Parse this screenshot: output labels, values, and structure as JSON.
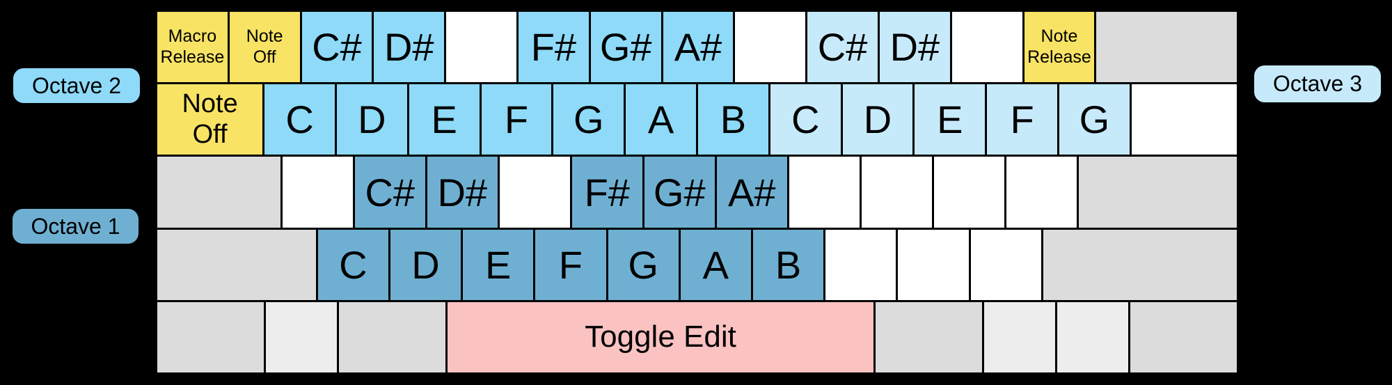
{
  "background": "#000000",
  "colors": {
    "octave1": "#6FB0D2",
    "octave2": "#8EDAF8",
    "octave3": "#C7EAFB",
    "yellow": "#F8E364",
    "pink": "#FBC2C2",
    "gray": "#DCDCDC",
    "grayLight": "#EDEDED",
    "white": "#FFFFFF",
    "key_text": "#000000"
  },
  "labels": {
    "octave1": {
      "text": "Octave 1",
      "color": "#6FB0D2"
    },
    "octave2": {
      "text": "Octave 2",
      "color": "#8EDAF8"
    },
    "octave3": {
      "text": "Octave 3",
      "color": "#C7EAFB"
    }
  },
  "keyboard": {
    "rows": [
      {
        "name": "number-row",
        "keys": [
          {
            "name": "key-grave-macro-release",
            "label": "Macro\nRelease",
            "color": "yellow",
            "units": 1,
            "font": "small"
          },
          {
            "name": "key-1-note-off",
            "label": "Note\nOff",
            "color": "yellow",
            "units": 1,
            "font": "small"
          },
          {
            "name": "key-2-note-c-sharp-oct2",
            "label": "C#",
            "color": "octave2",
            "units": 1,
            "font": "note"
          },
          {
            "name": "key-3-note-d-sharp-oct2",
            "label": "D#",
            "color": "octave2",
            "units": 1,
            "font": "note"
          },
          {
            "name": "key-4-unassigned",
            "label": "",
            "color": "white",
            "units": 1,
            "font": "note"
          },
          {
            "name": "key-5-note-f-sharp-oct2",
            "label": "F#",
            "color": "octave2",
            "units": 1,
            "font": "note"
          },
          {
            "name": "key-6-note-g-sharp-oct2",
            "label": "G#",
            "color": "octave2",
            "units": 1,
            "font": "note"
          },
          {
            "name": "key-7-note-a-sharp-oct2",
            "label": "A#",
            "color": "octave2",
            "units": 1,
            "font": "note"
          },
          {
            "name": "key-8-unassigned",
            "label": "",
            "color": "white",
            "units": 1,
            "font": "note"
          },
          {
            "name": "key-9-note-c-sharp-oct3",
            "label": "C#",
            "color": "octave3",
            "units": 1,
            "font": "note"
          },
          {
            "name": "key-0-note-d-sharp-oct3",
            "label": "D#",
            "color": "octave3",
            "units": 1,
            "font": "note"
          },
          {
            "name": "key-minus-unassigned",
            "label": "",
            "color": "white",
            "units": 1,
            "font": "note"
          },
          {
            "name": "key-equals-note-release",
            "label": "Note\nRelease",
            "color": "yellow",
            "units": 1,
            "font": "small"
          },
          {
            "name": "key-backspace",
            "label": "",
            "color": "gray",
            "units": 2,
            "font": "note"
          }
        ]
      },
      {
        "name": "tab-row",
        "keys": [
          {
            "name": "key-tab-note-off",
            "label": "Note\nOff",
            "color": "yellow",
            "units": 1.5,
            "font": "medium"
          },
          {
            "name": "key-q-note-c-oct2",
            "label": "C",
            "color": "octave2",
            "units": 1,
            "font": "note"
          },
          {
            "name": "key-w-note-d-oct2",
            "label": "D",
            "color": "octave2",
            "units": 1,
            "font": "note"
          },
          {
            "name": "key-e-note-e-oct2",
            "label": "E",
            "color": "octave2",
            "units": 1,
            "font": "note"
          },
          {
            "name": "key-r-note-f-oct2",
            "label": "F",
            "color": "octave2",
            "units": 1,
            "font": "note"
          },
          {
            "name": "key-t-note-g-oct2",
            "label": "G",
            "color": "octave2",
            "units": 1,
            "font": "note"
          },
          {
            "name": "key-y-note-a-oct2",
            "label": "A",
            "color": "octave2",
            "units": 1,
            "font": "note"
          },
          {
            "name": "key-u-note-b-oct2",
            "label": "B",
            "color": "octave2",
            "units": 1,
            "font": "note"
          },
          {
            "name": "key-i-note-c-oct3",
            "label": "C",
            "color": "octave3",
            "units": 1,
            "font": "note"
          },
          {
            "name": "key-o-note-d-oct3",
            "label": "D",
            "color": "octave3",
            "units": 1,
            "font": "note"
          },
          {
            "name": "key-p-note-e-oct3",
            "label": "E",
            "color": "octave3",
            "units": 1,
            "font": "note"
          },
          {
            "name": "key-bracket-left-note-f-oct3",
            "label": "F",
            "color": "octave3",
            "units": 1,
            "font": "note"
          },
          {
            "name": "key-bracket-right-note-g-oct3",
            "label": "G",
            "color": "octave3",
            "units": 1,
            "font": "note"
          },
          {
            "name": "key-backslash-unassigned",
            "label": "",
            "color": "white",
            "units": 1.5,
            "font": "note"
          }
        ]
      },
      {
        "name": "home-row",
        "keys": [
          {
            "name": "key-capslock",
            "label": "",
            "color": "gray",
            "units": 1.75,
            "font": "note"
          },
          {
            "name": "key-a-unassigned",
            "label": "",
            "color": "white",
            "units": 1,
            "font": "note"
          },
          {
            "name": "key-s-note-c-sharp-oct1",
            "label": "C#",
            "color": "octave1",
            "units": 1,
            "font": "note"
          },
          {
            "name": "key-d-note-d-sharp-oct1",
            "label": "D#",
            "color": "octave1",
            "units": 1,
            "font": "note"
          },
          {
            "name": "key-f-unassigned",
            "label": "",
            "color": "white",
            "units": 1,
            "font": "note"
          },
          {
            "name": "key-g-note-f-sharp-oct1",
            "label": "F#",
            "color": "octave1",
            "units": 1,
            "font": "note"
          },
          {
            "name": "key-h-note-g-sharp-oct1",
            "label": "G#",
            "color": "octave1",
            "units": 1,
            "font": "note"
          },
          {
            "name": "key-j-note-a-sharp-oct1",
            "label": "A#",
            "color": "octave1",
            "units": 1,
            "font": "note"
          },
          {
            "name": "key-k-unassigned",
            "label": "",
            "color": "white",
            "units": 1,
            "font": "note"
          },
          {
            "name": "key-l-unassigned",
            "label": "",
            "color": "white",
            "units": 1,
            "font": "note"
          },
          {
            "name": "key-semicolon-unassigned",
            "label": "",
            "color": "white",
            "units": 1,
            "font": "note"
          },
          {
            "name": "key-quote-unassigned",
            "label": "",
            "color": "white",
            "units": 1,
            "font": "note"
          },
          {
            "name": "key-enter",
            "label": "",
            "color": "gray",
            "units": 2.25,
            "font": "note"
          }
        ]
      },
      {
        "name": "shift-row",
        "keys": [
          {
            "name": "key-left-shift",
            "label": "",
            "color": "gray",
            "units": 2.25,
            "font": "note"
          },
          {
            "name": "key-z-note-c-oct1",
            "label": "C",
            "color": "octave1",
            "units": 1,
            "font": "note"
          },
          {
            "name": "key-x-note-d-oct1",
            "label": "D",
            "color": "octave1",
            "units": 1,
            "font": "note"
          },
          {
            "name": "key-c-note-e-oct1",
            "label": "E",
            "color": "octave1",
            "units": 1,
            "font": "note"
          },
          {
            "name": "key-v-note-f-oct1",
            "label": "F",
            "color": "octave1",
            "units": 1,
            "font": "note"
          },
          {
            "name": "key-b-note-g-oct1",
            "label": "G",
            "color": "octave1",
            "units": 1,
            "font": "note"
          },
          {
            "name": "key-n-note-a-oct1",
            "label": "A",
            "color": "octave1",
            "units": 1,
            "font": "note"
          },
          {
            "name": "key-m-note-b-oct1",
            "label": "B",
            "color": "octave1",
            "units": 1,
            "font": "note"
          },
          {
            "name": "key-comma-unassigned",
            "label": "",
            "color": "white",
            "units": 1,
            "font": "note"
          },
          {
            "name": "key-period-unassigned",
            "label": "",
            "color": "white",
            "units": 1,
            "font": "note"
          },
          {
            "name": "key-slash-unassigned",
            "label": "",
            "color": "white",
            "units": 1,
            "font": "note"
          },
          {
            "name": "key-right-shift",
            "label": "",
            "color": "gray",
            "units": 2.75,
            "font": "note"
          }
        ]
      },
      {
        "name": "bottom-row",
        "keys": [
          {
            "name": "key-left-ctrl",
            "label": "",
            "color": "gray",
            "units": 1.5,
            "font": "note"
          },
          {
            "name": "key-left-win",
            "label": "",
            "color": "grayLight",
            "units": 1,
            "font": "note"
          },
          {
            "name": "key-left-alt",
            "label": "",
            "color": "gray",
            "units": 1.5,
            "font": "note"
          },
          {
            "name": "key-space-toggle-edit",
            "label": "Toggle Edit",
            "color": "pink",
            "units": 6,
            "font": "space"
          },
          {
            "name": "key-right-alt",
            "label": "",
            "color": "gray",
            "units": 1.5,
            "font": "note"
          },
          {
            "name": "key-right-win",
            "label": "",
            "color": "grayLight",
            "units": 1,
            "font": "note"
          },
          {
            "name": "key-menu",
            "label": "",
            "color": "grayLight",
            "units": 1,
            "font": "note"
          },
          {
            "name": "key-right-ctrl",
            "label": "",
            "color": "gray",
            "units": 1.5,
            "font": "note"
          }
        ]
      }
    ]
  }
}
